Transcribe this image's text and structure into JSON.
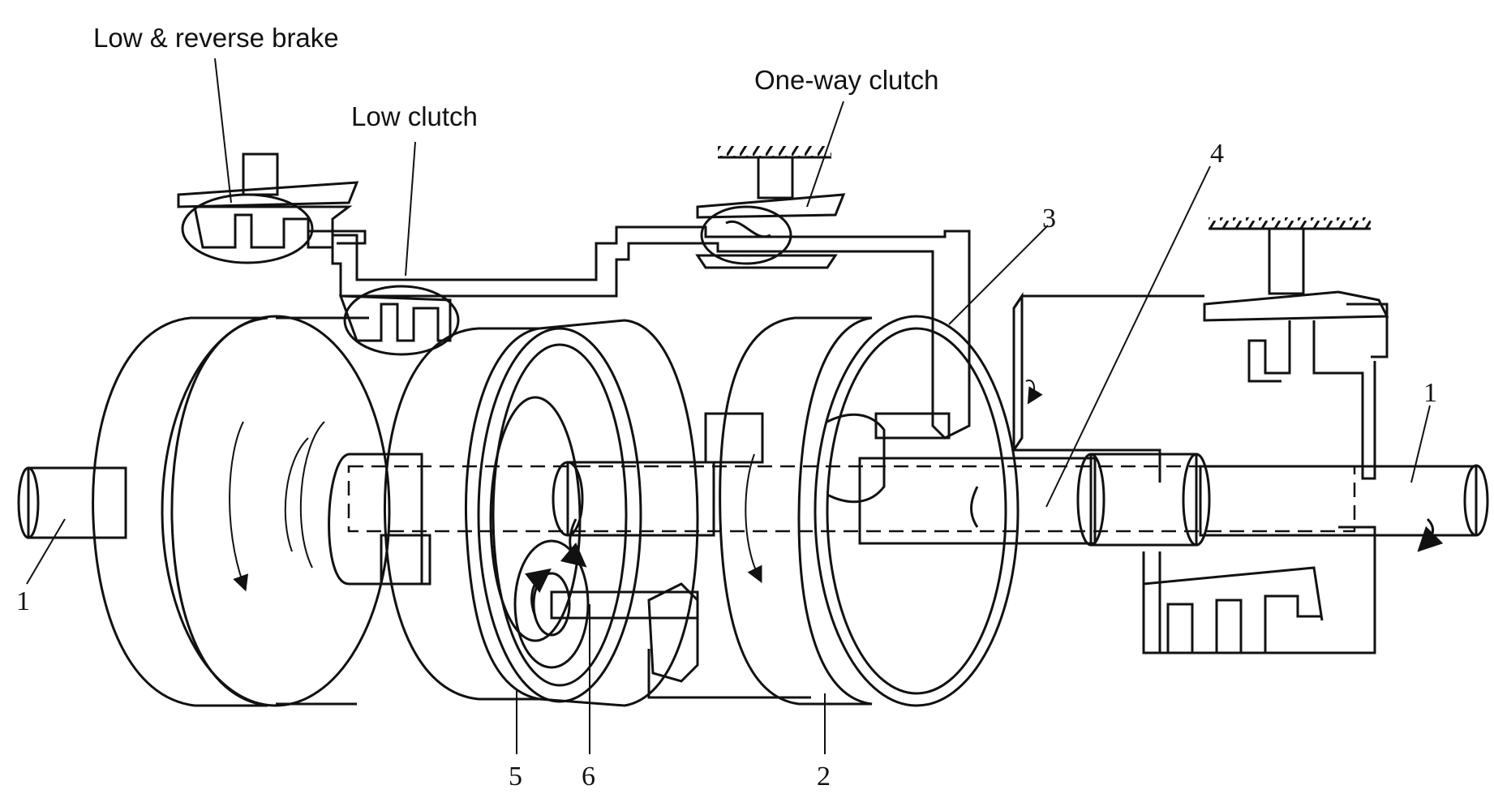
{
  "labels": {
    "low_reverse_brake": "Low & reverse brake",
    "low_clutch": "Low clutch",
    "one_way_clutch": "One-way clutch",
    "n1_left": "1",
    "n1_right": "1",
    "n2": "2",
    "n3": "3",
    "n4": "4",
    "n5": "5",
    "n6": "6"
  },
  "colors": {
    "ink": "#111111",
    "shade": "#b9b9b9",
    "light_shade": "#d4d4d4",
    "background": "#ffffff"
  }
}
